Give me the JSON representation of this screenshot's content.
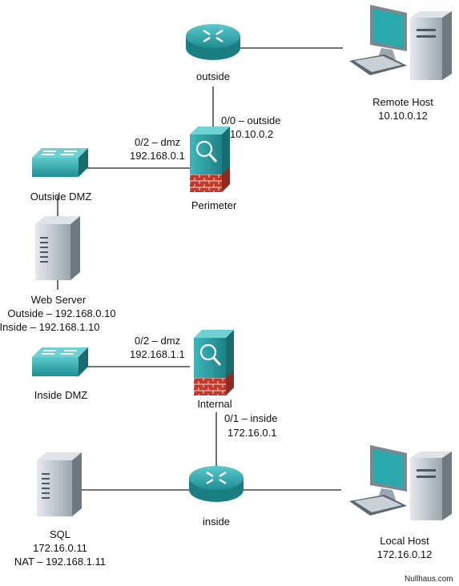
{
  "routers": {
    "outside": {
      "label": "outside"
    },
    "inside": {
      "label": "inside"
    }
  },
  "firewalls": {
    "perimeter": {
      "label": "Perimeter",
      "if_outside": {
        "name": "0/0 – outside",
        "ip": "10.10.0.2"
      },
      "if_dmz": {
        "name": "0/2 – dmz",
        "ip": "192.168.0.1"
      }
    },
    "internal": {
      "label": "Internal",
      "if_dmz": {
        "name": "0/2 – dmz",
        "ip": "192.168.1.1"
      },
      "if_inside": {
        "name": "0/1 – inside",
        "ip": "172.16.0.1"
      }
    }
  },
  "switches": {
    "outside_dmz": {
      "label": "Outside DMZ"
    },
    "inside_dmz": {
      "label": "Inside DMZ"
    }
  },
  "servers": {
    "web": {
      "name": "Web Server",
      "outside": "Outside – 192.168.0.10",
      "inside": "Inside – 192.168.1.10"
    },
    "sql": {
      "name": "SQL",
      "ip": "172.16.0.11",
      "nat": "NAT – 192.168.1.11"
    }
  },
  "hosts": {
    "remote": {
      "name": "Remote Host",
      "ip": "10.10.0.12"
    },
    "local": {
      "name": "Local Host",
      "ip": "172.16.0.12"
    }
  },
  "credit": "Nullhaus.com",
  "colors": {
    "teal": "#2aa9ad",
    "teal_dark": "#1b7e82",
    "gray_body": "#c9d0d6",
    "gray_dark": "#7c8790",
    "brick": "#c0392b",
    "line": "#222222"
  }
}
